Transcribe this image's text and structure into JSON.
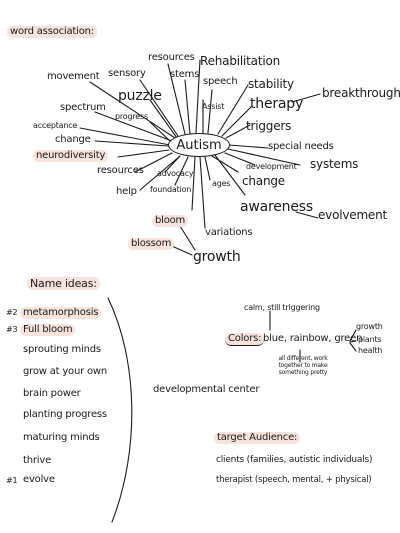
{
  "header": {
    "title": "word association:"
  },
  "mindmap": {
    "center": "Autism",
    "words": {
      "resources_top": "resources",
      "rehabilitation": "Rehabilitation",
      "movement": "movement",
      "sensory": "sensory",
      "stems": "stems",
      "speech": "speech",
      "stability": "stability",
      "breakthrough": "breakthrough",
      "puzzle": "puzzle",
      "assist": "Assist",
      "therapy": "therapy",
      "spectrum": "spectrum",
      "progress": "progress",
      "triggers": "triggers",
      "acceptance": "acceptance",
      "change_left": "change",
      "special_needs": "special needs",
      "neurodiversity": "neurodiversity",
      "development": "development",
      "systems": "systems",
      "resources_left": "resources",
      "advocacy": "advocacy",
      "change_right": "change",
      "help": "help",
      "foundation": "foundation",
      "ages": "ages",
      "awareness": "awareness",
      "evolvement": "evolvement",
      "bloom": "bloom",
      "variations": "variations",
      "blossom": "blossom",
      "growth": "growth"
    }
  },
  "name_ideas": {
    "heading": "Name ideas:",
    "items": [
      {
        "mark": "#2",
        "text": "metamorphosis"
      },
      {
        "mark": "#3",
        "text": "Full bloom"
      },
      {
        "mark": "",
        "text": "sprouting minds"
      },
      {
        "mark": "",
        "text": "grow at your own"
      },
      {
        "mark": "",
        "text": "brain power"
      },
      {
        "mark": "",
        "text": "planting progress"
      },
      {
        "mark": "",
        "text": "maturing minds"
      },
      {
        "mark": "",
        "text": "thrive"
      },
      {
        "mark": "#1",
        "text": "evolve"
      }
    ],
    "side_note": "developmental center"
  },
  "colors": {
    "label": "Colors:",
    "values": "blue, rainbow, green",
    "note_top": "calm, still triggering",
    "note_bottom": "all different, work together to make something pretty",
    "green_notes": [
      "growth",
      "plants",
      "health"
    ]
  },
  "audience": {
    "heading": "target Audience:",
    "items": [
      "clients (families, autistic individuals)",
      "therapist (speech, mental, + physical)"
    ]
  }
}
